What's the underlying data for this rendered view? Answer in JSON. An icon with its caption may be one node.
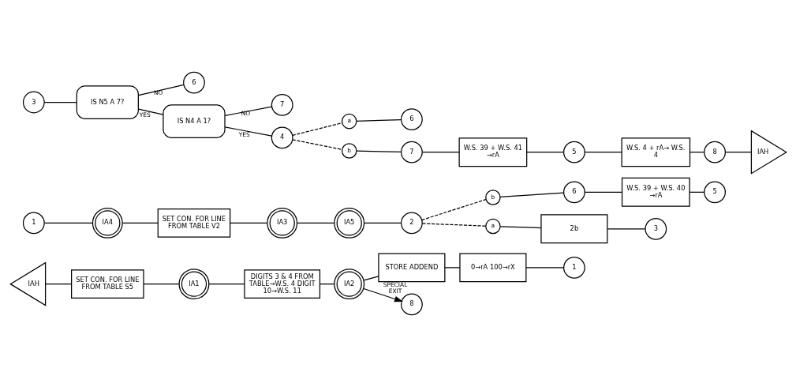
{
  "diagram": {
    "nodes": [
      {
        "text": [
          "IAH"
        ]
      },
      {
        "text": [
          "SET CON. FOR LINE FROM TABLE S5"
        ]
      },
      {
        "text": [
          "IA1"
        ]
      },
      {
        "text": [
          "DIGITS 3 & 4 FROM TABLE→W.S. 4 DIGIT 10→W.S. 11"
        ]
      },
      {
        "text": [
          "IA2"
        ]
      },
      {
        "text": [
          "STORE ADDEND"
        ]
      },
      {
        "text": [
          "0→rA 100→rX"
        ]
      },
      {
        "text": [
          "1"
        ]
      },
      {
        "text": [
          "8"
        ]
      },
      {
        "text": [
          "1"
        ]
      },
      {
        "text": [
          "IA4"
        ]
      },
      {
        "text": [
          "SET CON. FOR LINE FROM TABLE V2"
        ]
      },
      {
        "text": [
          "IA3"
        ]
      },
      {
        "text": [
          "IA5"
        ]
      },
      {
        "text": [
          "2"
        ]
      },
      {
        "text": [
          "b"
        ]
      },
      {
        "text": [
          "6"
        ]
      },
      {
        "text": [
          "W.S. 39 + W.S. 40 →rA"
        ]
      },
      {
        "text": [
          "5"
        ]
      },
      {
        "text": [
          "a"
        ]
      },
      {
        "text": [
          "2b"
        ]
      },
      {
        "text": [
          "3"
        ]
      },
      {
        "text": [
          "3"
        ]
      },
      {
        "text": [
          "IS N5 A 7?"
        ]
      },
      {
        "text": [
          "6"
        ]
      },
      {
        "text": [
          "IS N4 A 1?"
        ]
      },
      {
        "text": [
          "7"
        ]
      },
      {
        "text": [
          "4"
        ]
      },
      {
        "text": [
          "a"
        ]
      },
      {
        "text": [
          "6"
        ]
      },
      {
        "text": [
          "b"
        ]
      },
      {
        "text": [
          "7"
        ]
      },
      {
        "text": [
          "W.S. 39 + W.S. 41 →rA"
        ]
      },
      {
        "text": [
          "5"
        ]
      },
      {
        "text": [
          "W.S. 4 + rA→ W.S. 4"
        ]
      },
      {
        "text": [
          "8"
        ]
      },
      {
        "text": [
          "IAH"
        ]
      }
    ],
    "edges": [
      {
        "from": 0,
        "to": 1,
        "arrow": "none"
      },
      {
        "from": 1,
        "to": 2,
        "arrow": "none"
      },
      {
        "from": 2,
        "to": 3,
        "arrow": "none"
      },
      {
        "from": 3,
        "to": 4,
        "arrow": "none"
      },
      {
        "from": 4,
        "to": 5,
        "arrow": "none"
      },
      {
        "from": 5,
        "to": 6,
        "arrow": "none"
      },
      {
        "from": 6,
        "to": 7,
        "arrow": "none"
      },
      {
        "from": 4,
        "to": 8,
        "arrow": "to",
        "label": "SPECIAL EXIT"
      },
      {
        "from": 9,
        "to": 10,
        "arrow": "none"
      },
      {
        "from": 10,
        "to": 11,
        "arrow": "none"
      },
      {
        "from": 11,
        "to": 12,
        "arrow": "none"
      },
      {
        "from": 12,
        "to": 13,
        "arrow": "none"
      },
      {
        "from": 13,
        "to": 14,
        "arrow": "none"
      },
      {
        "from": 14,
        "to": 15,
        "arrow": "none",
        "style": "dashed"
      },
      {
        "from": 15,
        "to": 16,
        "arrow": "none"
      },
      {
        "from": 16,
        "to": 17,
        "arrow": "none"
      },
      {
        "from": 17,
        "to": 18,
        "arrow": "none"
      },
      {
        "from": 14,
        "to": 19,
        "arrow": "none",
        "style": "dashed"
      },
      {
        "from": 19,
        "to": 20,
        "arrow": "none"
      },
      {
        "from": 20,
        "to": 21,
        "arrow": "none"
      },
      {
        "from": 22,
        "to": 23,
        "arrow": "none"
      },
      {
        "from": 23,
        "to": 25,
        "arrow": "none",
        "label": "YES"
      },
      {
        "from": 23,
        "to": 24,
        "arrow": "none",
        "label": "NO"
      },
      {
        "from": 25,
        "to": 27,
        "arrow": "none",
        "label": "YES"
      },
      {
        "from": 25,
        "to": 26,
        "arrow": "none",
        "label": "NO"
      },
      {
        "from": 27,
        "to": 28,
        "arrow": "none",
        "style": "dashed"
      },
      {
        "from": 28,
        "to": 29,
        "arrow": "none"
      },
      {
        "from": 27,
        "to": 30,
        "arrow": "none",
        "style": "dashed"
      },
      {
        "from": 30,
        "to": 31,
        "arrow": "none"
      },
      {
        "from": 31,
        "to": 32,
        "arrow": "none"
      },
      {
        "from": 32,
        "to": 33,
        "arrow": "none"
      },
      {
        "from": 33,
        "to": 34,
        "arrow": "none"
      },
      {
        "from": 34,
        "to": 35,
        "arrow": "none"
      },
      {
        "from": 35,
        "to": 36,
        "arrow": "none"
      }
    ]
  }
}
